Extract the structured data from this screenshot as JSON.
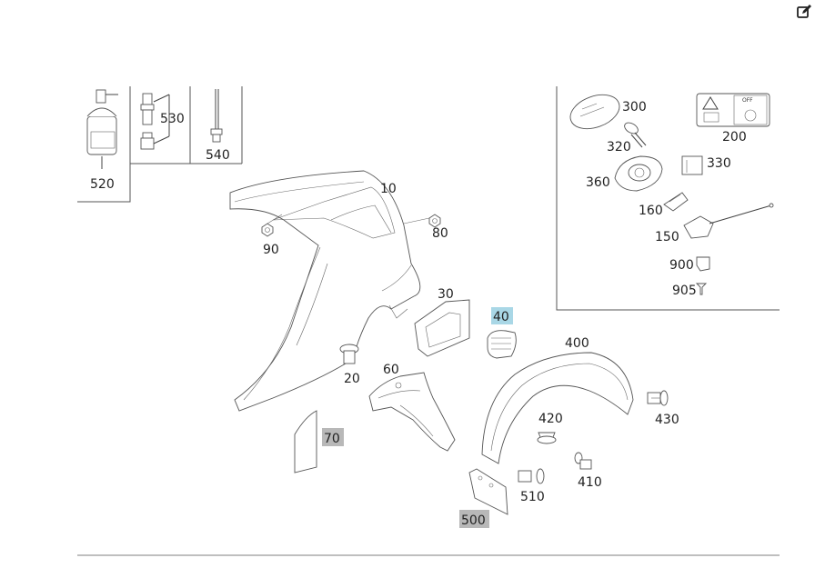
{
  "toolbar": {
    "edit_icon": "edit-icon"
  },
  "colors": {
    "highlight_selected": "#a9d7e6",
    "highlight_other": "#b8b8b8"
  },
  "callouts": {
    "c10": "10",
    "c20": "20",
    "c30": "30",
    "c40": "40",
    "c60": "60",
    "c70": "70",
    "c80": "80",
    "c90": "90",
    "c150": "150",
    "c160": "160",
    "c200": "200",
    "c300": "300",
    "c320": "320",
    "c330": "330",
    "c360": "360",
    "c400": "400",
    "c410": "410",
    "c420": "420",
    "c430": "430",
    "c500": "500",
    "c510": "510",
    "c520": "520",
    "c530": "530",
    "c540": "540",
    "c900": "900",
    "c905": "905"
  },
  "highlighted": {
    "selected": [
      "40"
    ],
    "other": [
      "70",
      "500"
    ]
  },
  "label_200": {
    "icon_text": "OFF"
  }
}
